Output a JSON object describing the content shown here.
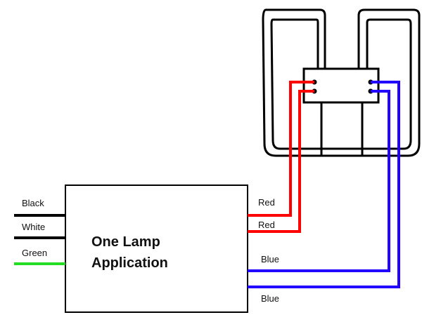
{
  "ballast": {
    "title_line1": "One Lamp",
    "title_line2": "Application"
  },
  "input_wires": [
    {
      "label": "Black",
      "color": "#000000"
    },
    {
      "label": "White",
      "color": "#000000"
    },
    {
      "label": "Green",
      "color": "#22dd22"
    }
  ],
  "output_wires": [
    {
      "label": "Red",
      "color": "#ff0000"
    },
    {
      "label": "Red",
      "color": "#ff0000"
    },
    {
      "label": "Blue",
      "color": "#2200ff"
    },
    {
      "label": "Blue",
      "color": "#2200ff"
    }
  ],
  "lamp": {
    "type": "twin-tube compact fluorescent lamp with 4-pin base"
  }
}
